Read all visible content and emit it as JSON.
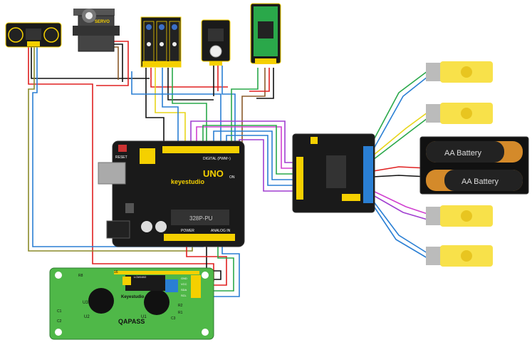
{
  "labels": {
    "servo": "SERVO",
    "uno": "UNO",
    "brand": "keyestudio",
    "chip": "328P-PU",
    "reset": "RESET",
    "digital": "DIGITAL (PWM~)",
    "power": "POWER",
    "analog": "ANALOG IN",
    "on": "ON",
    "battery_top": "AA Battery",
    "battery_bottom": "AA Battery",
    "lcd_brand": "Keyestudio",
    "lcd_model": "QAPASS",
    "lcd_chip": "LCM1602",
    "lcd_16": "16",
    "lcd_gnd": "GND",
    "lcd_vcc": "VCC",
    "lcd_sda": "SDA",
    "lcd_scl": "SCL",
    "lcd_u1": "U1",
    "lcd_u2": "U2",
    "lcd_u3": "U3",
    "lcd_r8": "R8",
    "lcd_r2": "R2",
    "lcd_r1": "R1",
    "lcd_c1": "C1",
    "lcd_c2": "C2",
    "lcd_c3": "C3"
  },
  "colors": {
    "board_black": "#1a1a1a",
    "header_yellow": "#f5d000",
    "motor_yellow": "#f8e14a",
    "wire_red": "#e02020",
    "wire_black": "#111111",
    "wire_blue": "#2a7fd4",
    "wire_green": "#2aa84a",
    "wire_yellow": "#e8d51a",
    "wire_purple": "#a03fd0",
    "wire_magenta": "#d040d0",
    "wire_brown": "#8a5a2a",
    "wire_olive": "#8a8a2a",
    "lcd_green": "#4fb848"
  }
}
